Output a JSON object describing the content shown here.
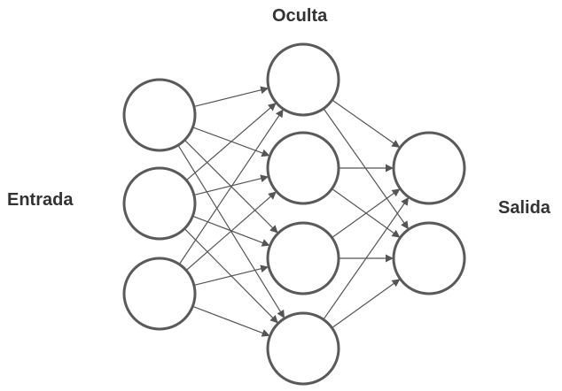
{
  "labels": {
    "input": "Entrada",
    "hidden": "Oculta",
    "output": "Salida"
  },
  "layers": {
    "input_count": 3,
    "hidden_count": 4,
    "output_count": 2
  },
  "colors": {
    "node_stroke": "#5a5a5a",
    "edge": "#555555",
    "text": "#333333"
  }
}
